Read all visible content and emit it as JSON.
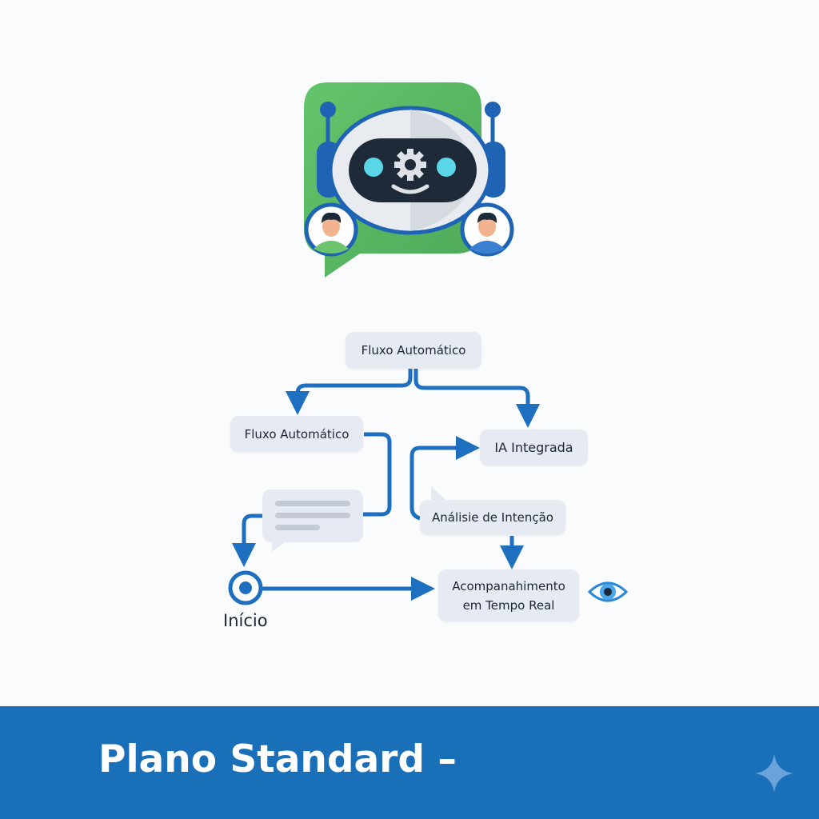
{
  "logo": {
    "name": "robot-chat-logo"
  },
  "diagram": {
    "top_node": "Fluxo Automático",
    "left_node": "Fluxo Automático",
    "right_node": "IA Integrada",
    "intent_node": "Análisie de Intenção",
    "tracking_node": {
      "line1": "Acompanahimento",
      "line2": "em Tempo Real"
    },
    "start_label": "Início"
  },
  "footer": {
    "title": "Plano Standard –"
  },
  "colors": {
    "accent": "#1f6fc0",
    "footer": "#1a70b8",
    "green": "#5bbf65",
    "node": "#e6ebf3"
  }
}
